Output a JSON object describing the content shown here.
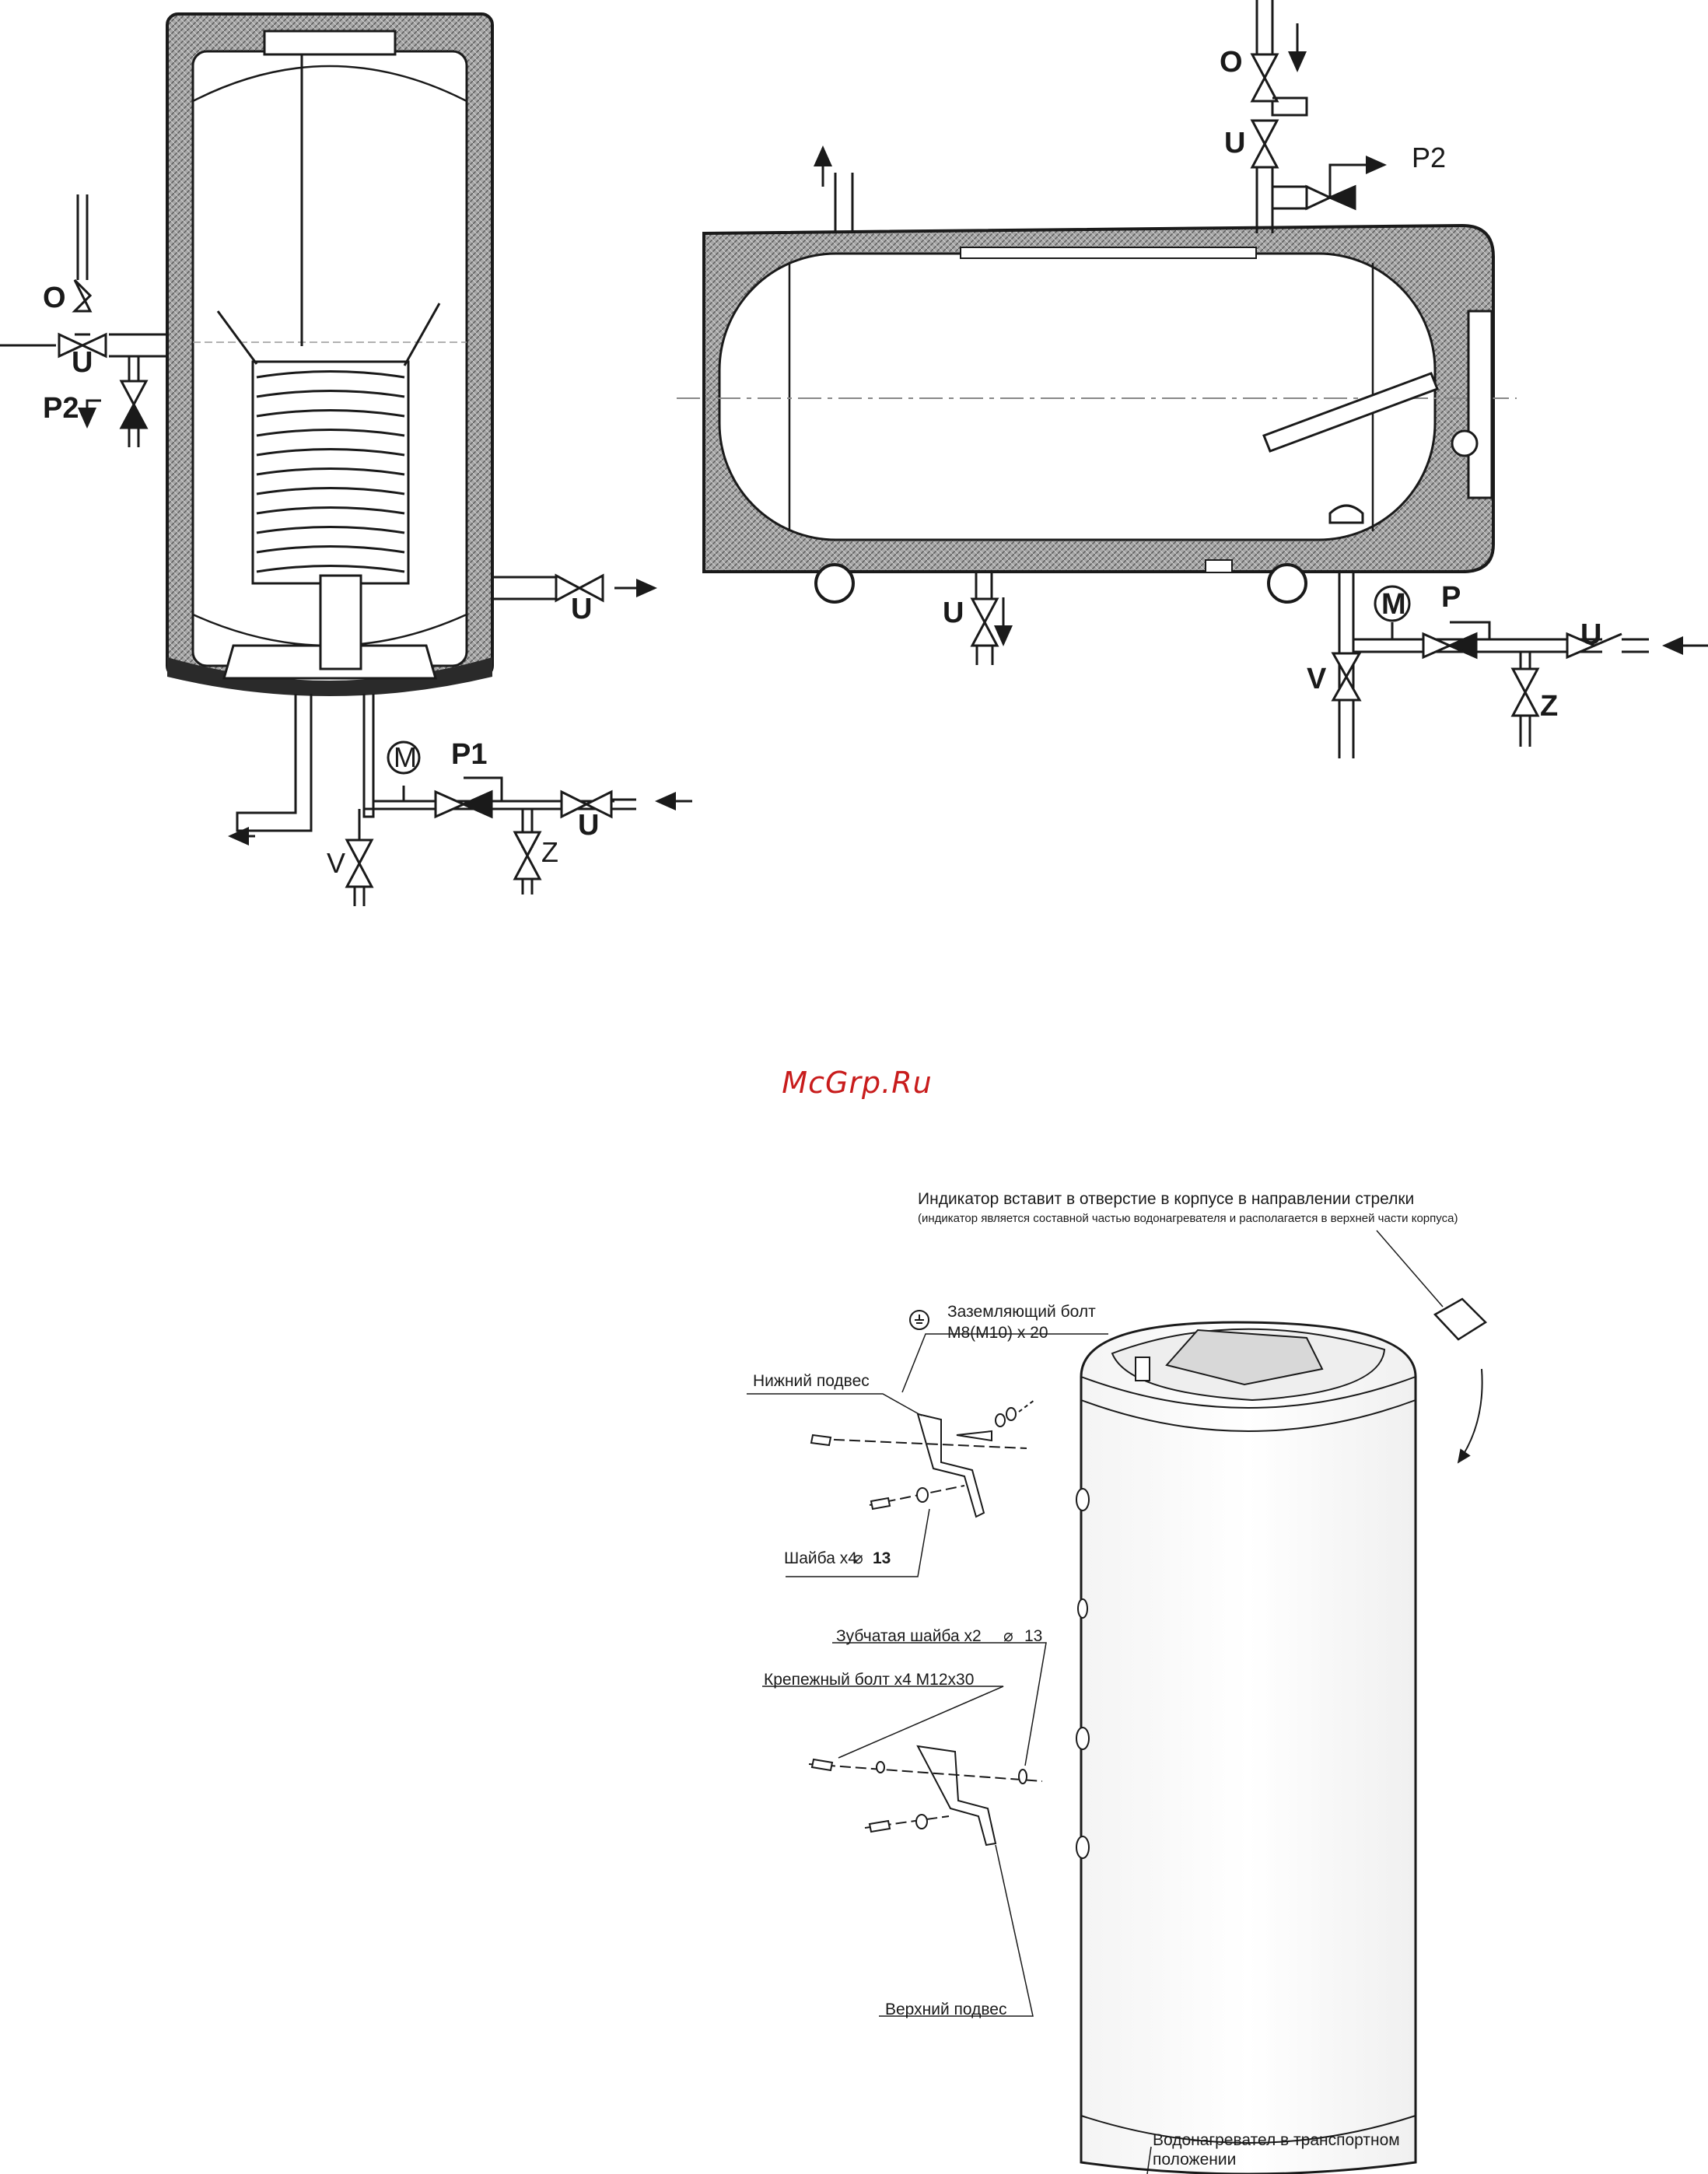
{
  "watermark": "McGrp.Ru",
  "vertical_heater": {
    "labels": {
      "o": "O",
      "u_inlet": "U",
      "p2": "P2",
      "u_outlet": "U",
      "m": "M",
      "p1": "P1",
      "u_supply": "U",
      "v": "V",
      "z": "Z"
    }
  },
  "horizontal_heater": {
    "labels": {
      "o": "O",
      "u_top": "U",
      "p2": "P2",
      "u_bottom": "U",
      "m": "M",
      "p": "P",
      "u_supply": "U",
      "v": "V",
      "z": "Z"
    }
  },
  "assembly": {
    "indicator_title": "Индикатор вставит в отверстие в корпусе в направлении стрелки",
    "indicator_note": "(индикатор является составной частью водонагревателя и располагается в верхней части корпуса)",
    "ground_bolt_line1": "Заземляющий болт",
    "ground_bolt_line2": "M8(M10) x 20",
    "lower_bracket": "Нижний подвес",
    "washer": "Шайба x4",
    "washer_size": "13",
    "toothed_washer": "Зубчатая шайба x2",
    "toothed_washer_size": "13",
    "mount_bolt": "Крепежный болт x4 M12x30",
    "upper_bracket": "Верхний подвес",
    "transport_line1": "Водонагревател в транспортном",
    "transport_line2": "положении"
  },
  "colors": {
    "line": "#1a1a1a",
    "insulation": "#8c8c8c",
    "body": "#ffffff",
    "watermark": "#c81c1c"
  }
}
